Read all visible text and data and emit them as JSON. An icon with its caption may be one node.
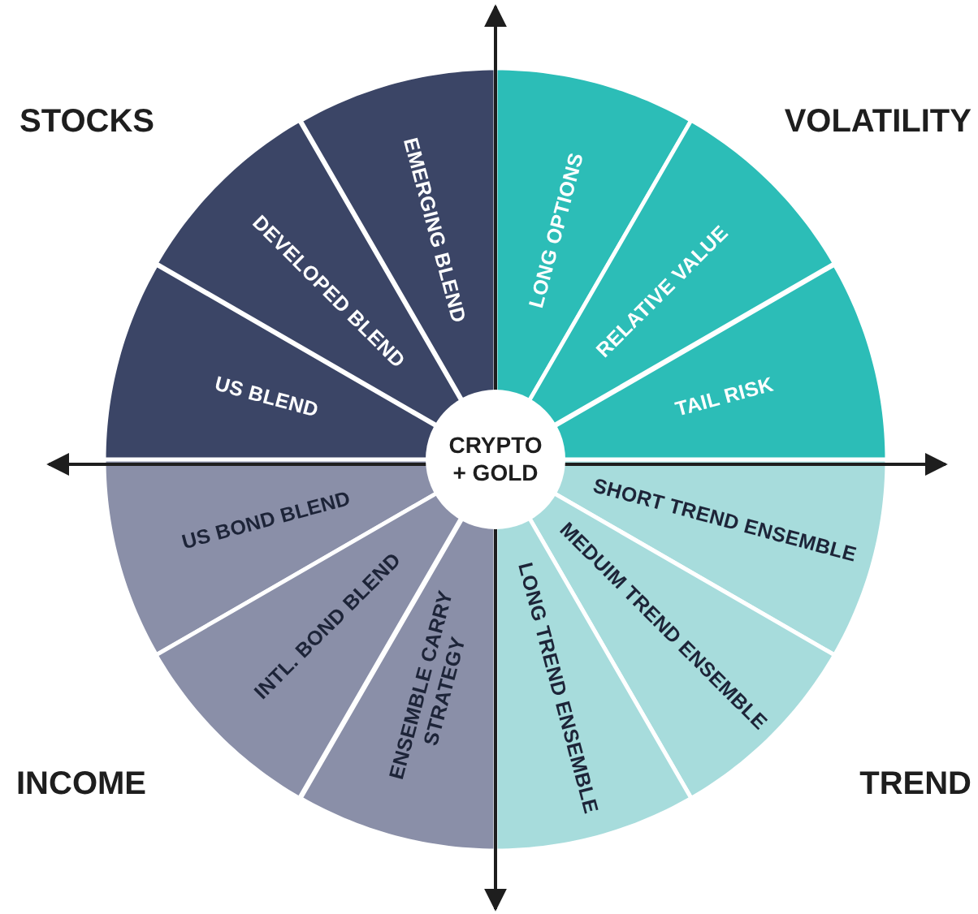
{
  "diagram": {
    "nodes": [
      {
        "text": [
          "EMERGING BLEND"
        ]
      },
      {
        "text": [
          "DEVELOPED BLEND"
        ]
      },
      {
        "text": [
          "US BLEND"
        ]
      },
      {
        "text": [
          "LONG OPTIONS"
        ]
      },
      {
        "text": [
          "RELATIVE VALUE"
        ]
      },
      {
        "text": [
          "TAIL RISK"
        ]
      },
      {
        "text": [
          "CRYPTO + GOLD"
        ]
      },
      {
        "text": [
          "US BOND BLEND"
        ]
      },
      {
        "text": [
          "INTL. BOND BLEND"
        ]
      },
      {
        "text": [
          "ENSEMBLE CARRY STRATEGY"
        ]
      },
      {
        "text": [
          "SHORT TREND ENSEMBLE"
        ]
      },
      {
        "text": [
          "MEDUIM TREND ENSEMBLE"
        ]
      },
      {
        "text": [
          "LONG TREND ENSEMBLE"
        ]
      }
    ],
    "labels": [
      "STOCKS",
      "VOLATILITY",
      "INCOME",
      "TREND"
    ]
  }
}
